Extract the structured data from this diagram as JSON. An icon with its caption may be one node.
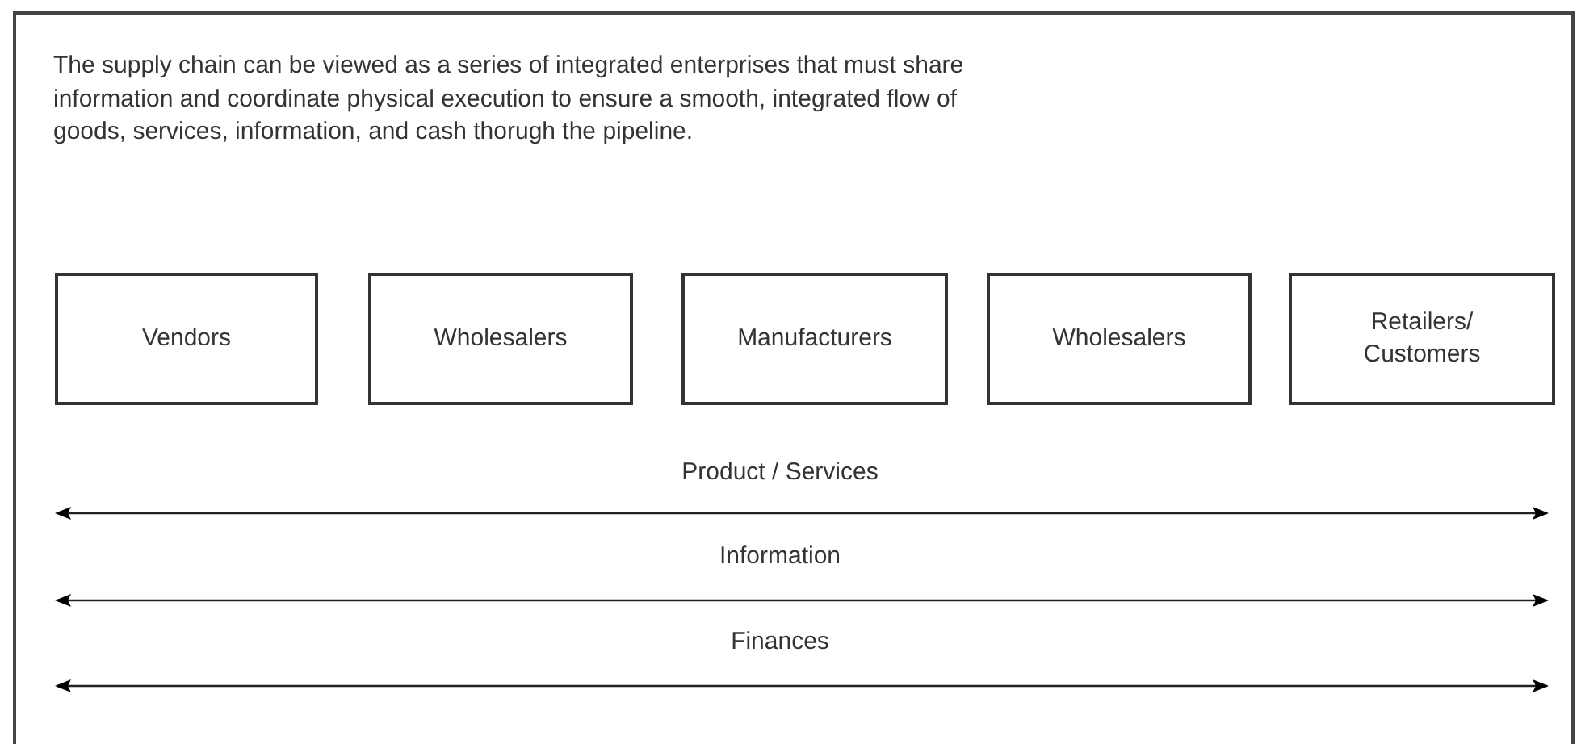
{
  "diagram": {
    "nodes": [
      {
        "text": [
          "Vendors"
        ]
      },
      {
        "text": [
          "Wholesalers"
        ]
      },
      {
        "text": [
          "Manufacturers"
        ]
      },
      {
        "text": [
          "Wholesalers"
        ]
      },
      {
        "text": [
          "Retailers/ Customers"
        ]
      }
    ],
    "labels": [
      "The supply chain can be viewed as a series of integrated enterprises that must share information and coordinate physical execution to ensure a smooth, integrated flow of goods, services, information, and cash thorugh the pipeline.",
      "Product / Services",
      "Information",
      "Finances"
    ]
  }
}
